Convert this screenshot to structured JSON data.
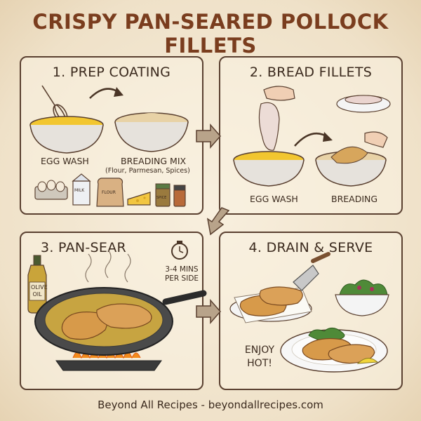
{
  "title": "CRISPY PAN-SEARED POLLOCK FILLETS",
  "steps": [
    {
      "title": "1. PREP COATING",
      "labels": {
        "egg_wash": "EGG WASH",
        "breading_mix": "BREADING MIX",
        "breading_sub": "(Flour, Parmesan, Spices)"
      },
      "pantry": {
        "milk": "MILK",
        "flour": "FLOUR",
        "spice": "SPICE"
      }
    },
    {
      "title": "2. BREAD FILLETS",
      "labels": {
        "egg_wash": "EGG WASH",
        "breading": "BREADING"
      }
    },
    {
      "title": "3. PAN-SEAR",
      "labels": {
        "olive_oil_line1": "OLIVE",
        "olive_oil_line2": "OIL",
        "time_line1": "3-4 MINS",
        "time_line2": "PER SIDE"
      }
    },
    {
      "title": "4. DRAIN & SERVE",
      "labels": {
        "enjoy_line1": "ENJOY",
        "enjoy_line2": "HOT!"
      }
    }
  ],
  "footer": "Beyond All Recipes - beyondallrecipes.com",
  "colors": {
    "title": "#7a3d1e",
    "ink": "#3b2a1e",
    "background": "#f3e8d4",
    "fillet": "#d79a4a",
    "egg": "#f2c630"
  }
}
